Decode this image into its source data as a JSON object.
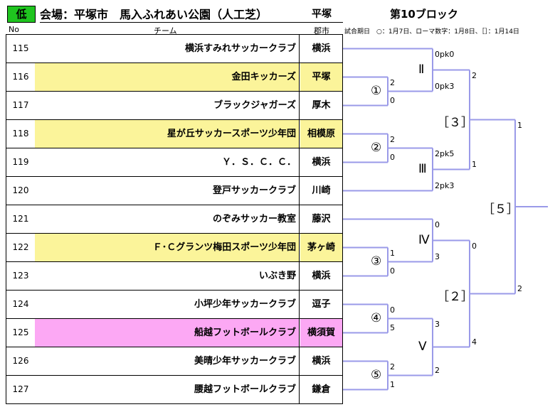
{
  "header": {
    "level": "低",
    "venue": "会場：平塚市　馬入ふれあい公園（人工芝）",
    "venue_city": "平塚",
    "block": "第10ブロック",
    "col_no": "No",
    "col_team": "チーム",
    "col_city": "郡市",
    "schedule_note": "試合期日　○：1月7日、ローマ数字：1月8日、［］：1月14日"
  },
  "colors": {
    "line": "#9a9ae8",
    "yellow": "#fbf49a",
    "pink": "#fca8f4",
    "badge": "#1fc41f"
  },
  "teams": [
    {
      "no": "115",
      "name": "横浜すみれサッカークラブ",
      "city": "横浜",
      "hl": "none"
    },
    {
      "no": "116",
      "name": "金田キッカーズ",
      "city": "平塚",
      "hl": "yellow"
    },
    {
      "no": "117",
      "name": "ブラックジャガーズ",
      "city": "厚木",
      "hl": "none"
    },
    {
      "no": "118",
      "name": "星が丘サッカースポーツ少年団",
      "city": "相模原",
      "hl": "yellow"
    },
    {
      "no": "119",
      "name": "Ｙ．Ｓ．Ｃ．Ｃ．",
      "city": "横浜",
      "hl": "none"
    },
    {
      "no": "120",
      "name": "登戸サッカークラブ",
      "city": "川崎",
      "hl": "none"
    },
    {
      "no": "121",
      "name": "のぞみサッカー教室",
      "city": "藤沢",
      "hl": "none"
    },
    {
      "no": "122",
      "name": "Ｆ･Ｃグランツ梅田スポーツ少年団",
      "city": "茅ヶ崎",
      "hl": "yellow"
    },
    {
      "no": "123",
      "name": "いぶき野",
      "city": "横浜",
      "hl": "none"
    },
    {
      "no": "124",
      "name": "小坪少年サッカークラブ",
      "city": "逗子",
      "hl": "none"
    },
    {
      "no": "125",
      "name": "船越フットボールクラブ",
      "city": "横須賀",
      "hl": "pink"
    },
    {
      "no": "126",
      "name": "美晴少年サッカークラブ",
      "city": "横浜",
      "hl": "none"
    },
    {
      "no": "127",
      "name": "腰越フットボールクラブ",
      "city": "鎌倉",
      "hl": "none"
    }
  ],
  "matches": {
    "m1": {
      "label": "①",
      "top": "2",
      "bottom": "0"
    },
    "m2": {
      "label": "②",
      "top": "2",
      "bottom": "0"
    },
    "m3": {
      "label": "③",
      "top": "1",
      "bottom": "0"
    },
    "m4": {
      "label": "④",
      "top": "0",
      "bottom": "5"
    },
    "m5": {
      "label": "⑤",
      "top": "2",
      "bottom": "1"
    },
    "r2": {
      "label": "Ⅱ",
      "top": "0pk0",
      "bottom": "0pk3"
    },
    "r3": {
      "label": "Ⅲ",
      "top": "2pk5",
      "bottom": "2pk3"
    },
    "r4": {
      "label": "Ⅳ",
      "top": "0",
      "bottom": "3"
    },
    "r5": {
      "label": "Ⅴ",
      "top": "3",
      "bottom": "2"
    },
    "s3": {
      "label": "［３］",
      "top": "2",
      "bottom": "1"
    },
    "s2": {
      "label": "［２］",
      "top": "0",
      "bottom": "4"
    },
    "s5": {
      "label": "［５］",
      "top": "1",
      "bottom": "2"
    }
  }
}
